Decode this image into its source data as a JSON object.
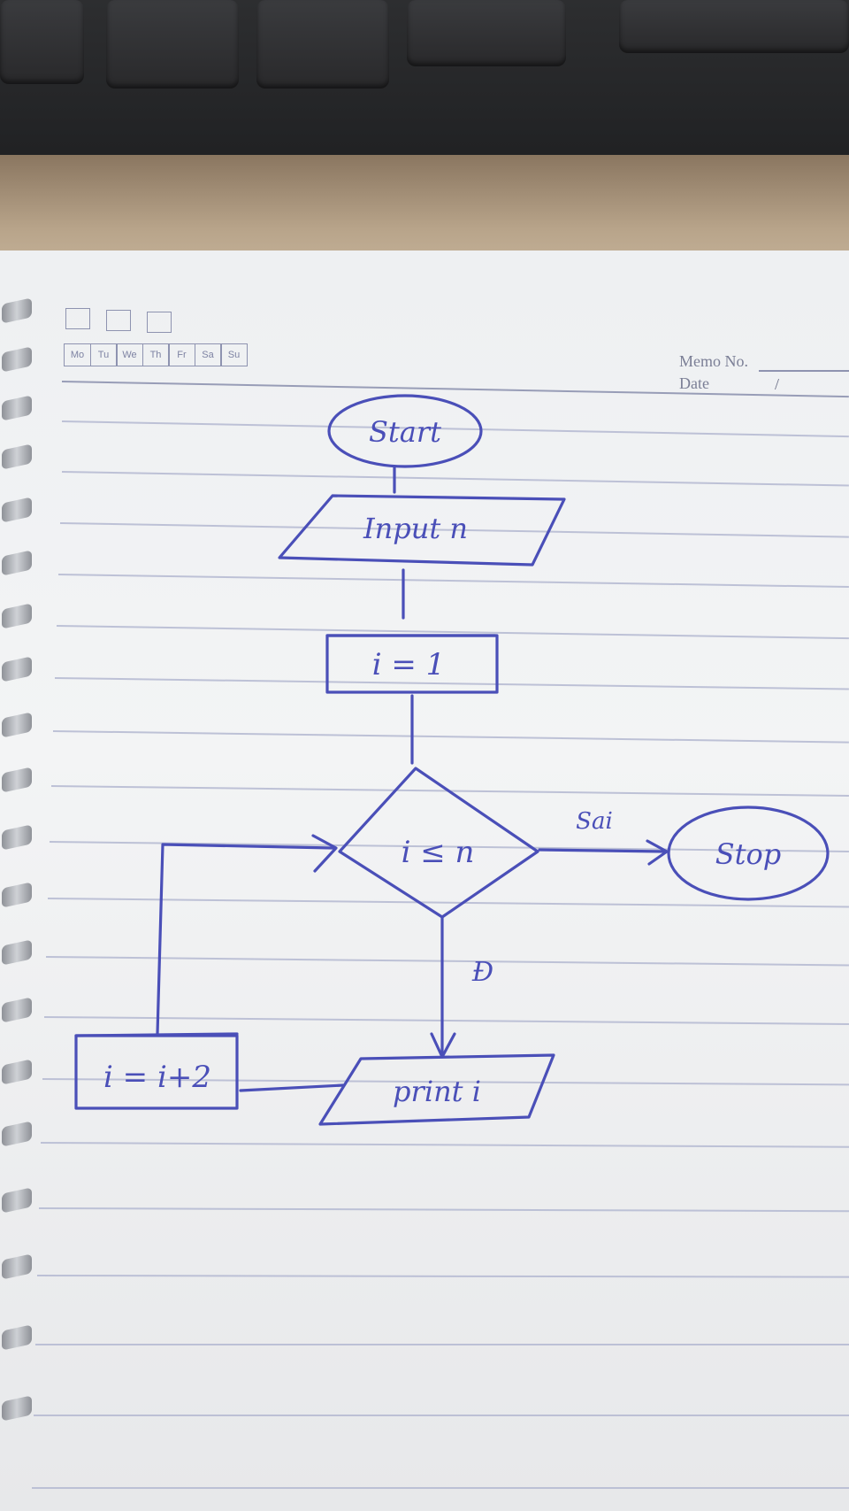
{
  "notebook_header": {
    "days": [
      "Mo",
      "Tu",
      "We",
      "Th",
      "Fr",
      "Sa",
      "Su"
    ],
    "memo_label": "Memo No.",
    "date_label": "Date"
  },
  "flowchart": {
    "start": "Start",
    "input": "Input  n",
    "init": "i = 1",
    "condition": "i ≤ n",
    "false_label": "Sai",
    "stop": "Stop",
    "true_label": "Đ",
    "output": "print  i",
    "increment": "i = i+2"
  },
  "colors": {
    "ink": "#4a4fb8",
    "paper": "#f1f2f4",
    "rule": "#b7bbd3"
  }
}
